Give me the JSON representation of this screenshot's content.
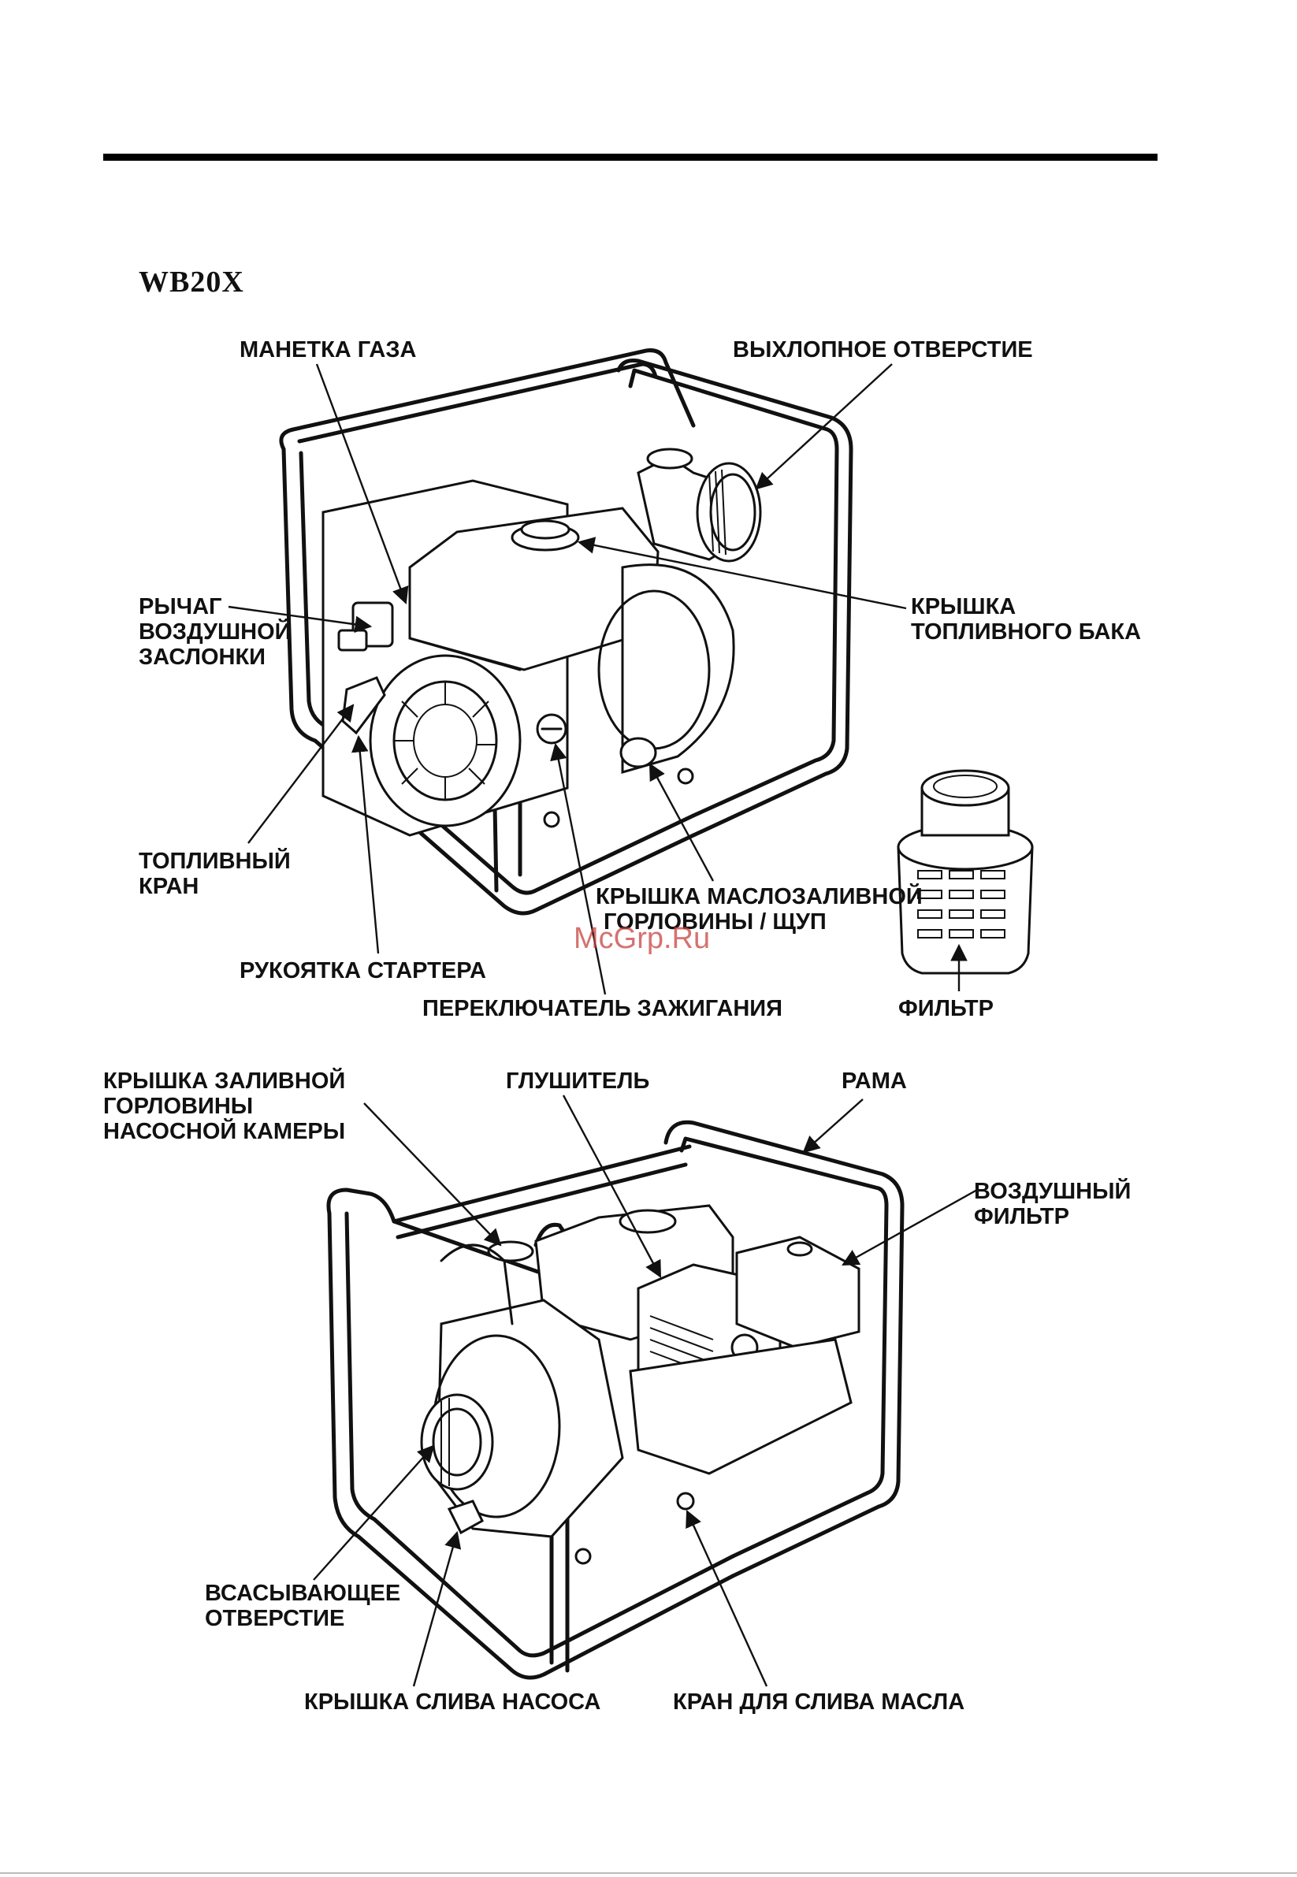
{
  "model": "WB20X",
  "watermark": "McGrp.Ru",
  "top_view_labels": {
    "throttle": "МАНЕТКА ГАЗА",
    "exhaust_port": "ВЫХЛОПНОЕ ОТВЕРСТИЕ",
    "choke_line1": "РЫЧАГ",
    "choke_line2": "ВОЗДУШНОЙ",
    "choke_line3": "ЗАСЛОНКИ",
    "fuel_cap_line1": "КРЫШКА",
    "fuel_cap_line2": "ТОПЛИВНОГО БАКА",
    "fuel_valve_line1": "ТОПЛИВНЫЙ",
    "fuel_valve_line2": "КРАН",
    "oil_cap_line1": "КРЫШКА МАСЛОЗАЛИВНОЙ",
    "oil_cap_line2": "ГОРЛОВИНЫ / ЩУП",
    "starter_grip": "РУКОЯТКА СТАРТЕРА",
    "ignition_switch": "ПЕРЕКЛЮЧАТЕЛЬ ЗАЖИГАНИЯ",
    "strainer": "ФИЛЬТР"
  },
  "bottom_view_labels": {
    "priming_cap_line1": "КРЫШКА ЗАЛИВНОЙ",
    "priming_cap_line2": "ГОРЛОВИНЫ",
    "priming_cap_line3": "НАСОСНОЙ КАМЕРЫ",
    "muffler": "ГЛУШИТЕЛЬ",
    "frame": "РАМА",
    "air_filter_line1": "ВОЗДУШНЫЙ",
    "air_filter_line2": "ФИЛЬТР",
    "suction_port_line1": "ВСАСЫВАЮЩЕЕ",
    "suction_port_line2": "ОТВЕРСТИЕ",
    "pump_drain_cap": "КРЫШКА СЛИВА НАСОСА",
    "oil_drain_valve": "КРАН ДЛЯ СЛИВА МАСЛА"
  }
}
